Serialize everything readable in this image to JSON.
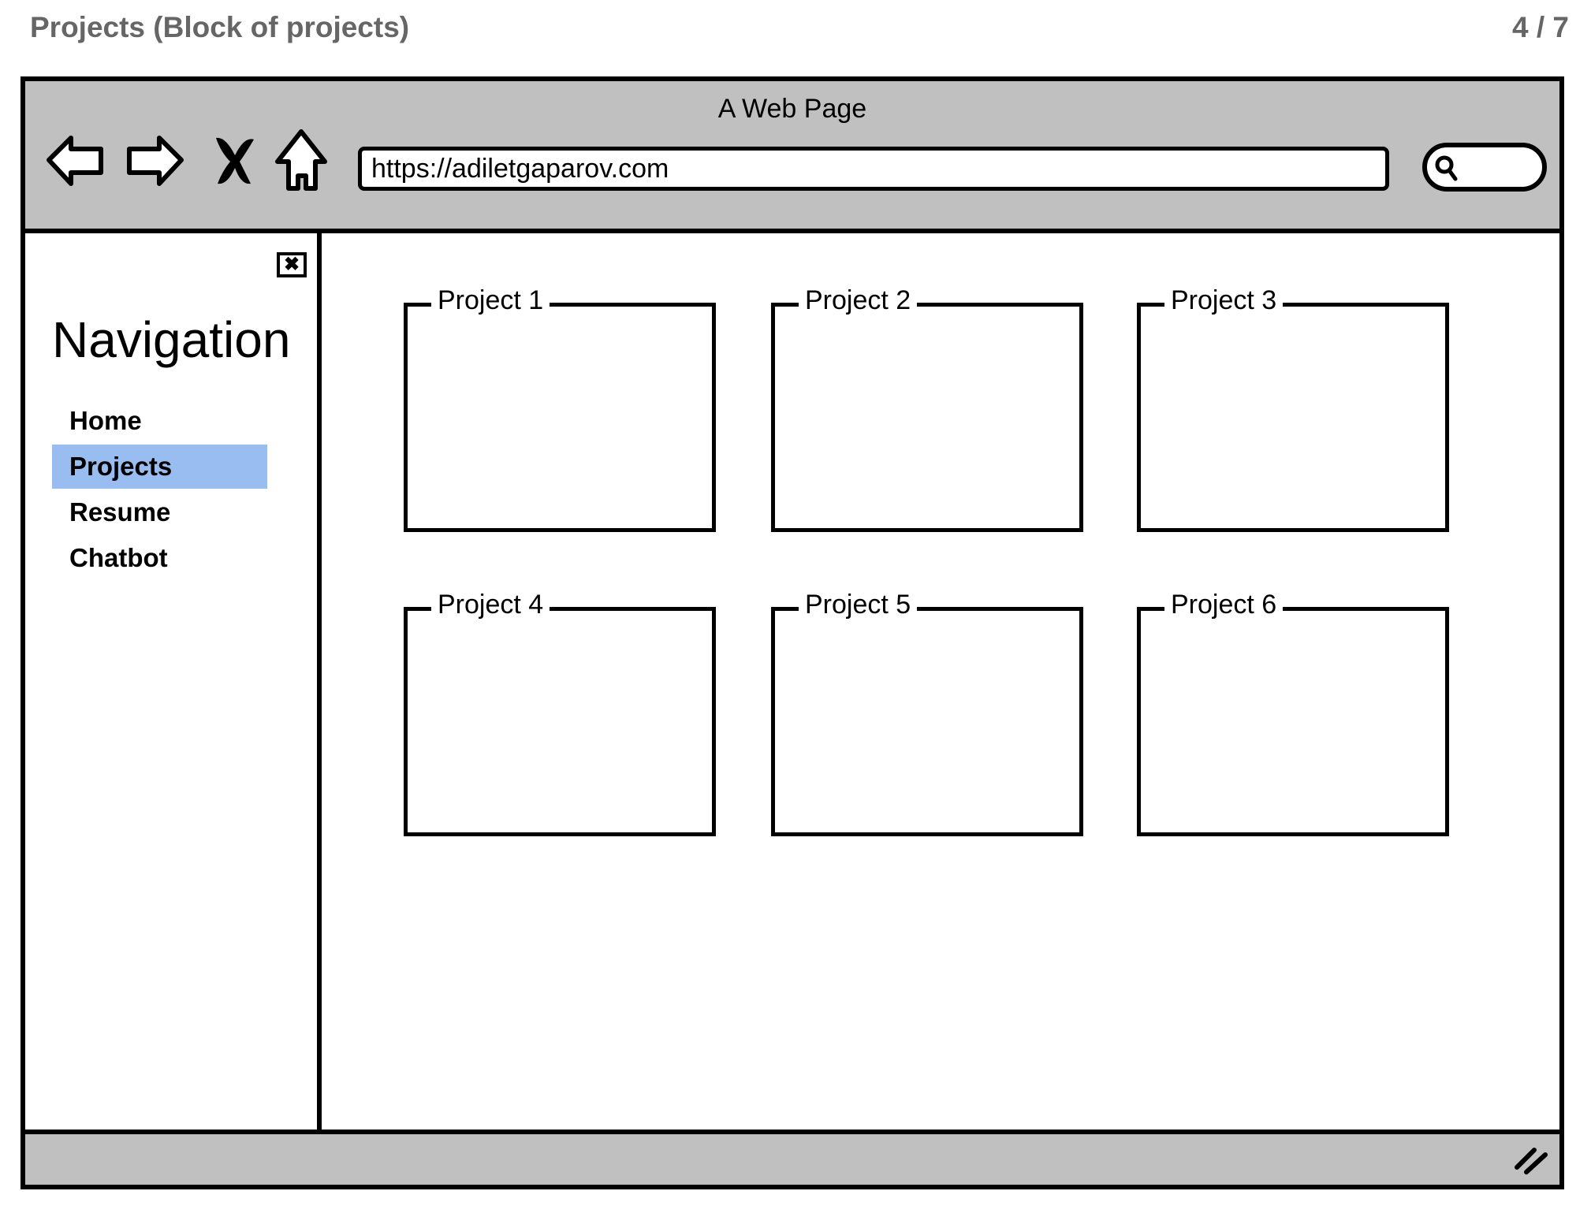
{
  "slide": {
    "title": "Projects (Block of projects)",
    "counter": "4 / 7"
  },
  "browser": {
    "page_title": "A Web Page",
    "url": "https://adiletgaparov.com",
    "icons": [
      "back-arrow-icon",
      "forward-arrow-icon",
      "stop-icon",
      "home-icon",
      "search-icon",
      "resize-grip-icon"
    ]
  },
  "sidebar": {
    "close_symbol": "✖",
    "title": "Navigation",
    "items": [
      {
        "label": "Home",
        "active": false
      },
      {
        "label": "Projects",
        "active": true
      },
      {
        "label": "Resume",
        "active": false
      },
      {
        "label": "Chatbot",
        "active": false
      }
    ],
    "active_color": "#99bdf0"
  },
  "projects": [
    {
      "label": "Project 1"
    },
    {
      "label": "Project 2"
    },
    {
      "label": "Project 3"
    },
    {
      "label": "Project 4"
    },
    {
      "label": "Project 5"
    },
    {
      "label": "Project 6"
    }
  ]
}
